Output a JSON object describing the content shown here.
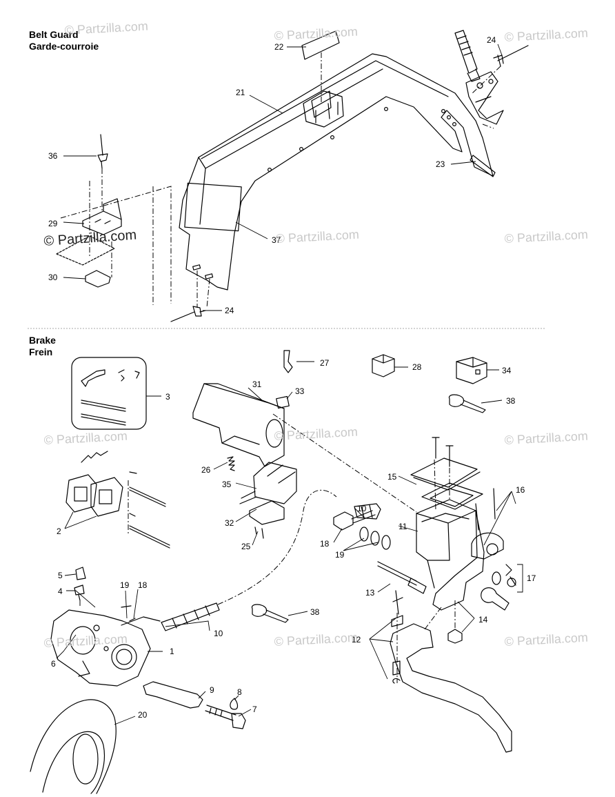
{
  "sections": {
    "belt_guard": {
      "title_en": "Belt Guard",
      "title_fr": "Garde-courroie"
    },
    "brake": {
      "title_en": "Brake",
      "title_fr": "Frein"
    }
  },
  "callouts": {
    "belt_guard": [
      "22",
      "24",
      "21",
      "36",
      "23",
      "29",
      "37",
      "30",
      "24"
    ],
    "brake": [
      "27",
      "28",
      "34",
      "31",
      "33",
      "3",
      "38",
      "26",
      "15",
      "16",
      "35",
      "10",
      "11",
      "32",
      "2",
      "18",
      "19",
      "25",
      "17",
      "5",
      "19",
      "18",
      "13",
      "4",
      "14",
      "38",
      "10",
      "12",
      "6",
      "1",
      "9",
      "8",
      "7",
      "20"
    ]
  },
  "watermarks": {
    "faint": "© Partzilla.com",
    "strong": "© Partzilla.com"
  },
  "colors": {
    "line": "#000000",
    "watermark": "#c9c9c9",
    "dash": "#000000"
  }
}
